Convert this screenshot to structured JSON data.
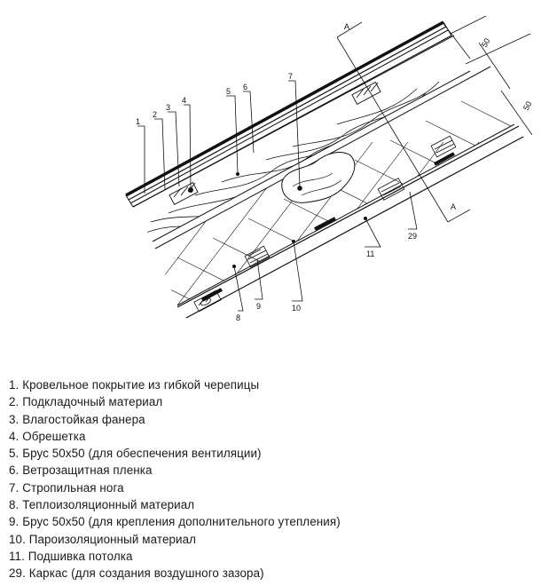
{
  "diagram": {
    "callouts": [
      "1",
      "2",
      "3",
      "4",
      "5",
      "6",
      "7",
      "8",
      "9",
      "10",
      "11",
      "29"
    ],
    "section_marks": [
      "А",
      "А"
    ],
    "dimensions": [
      "50",
      "50"
    ]
  },
  "legend": [
    "1. Кровельное покрытие из гибкой черепицы",
    "2. Подкладочный материал",
    "3. Влагостойкая фанера",
    "4. Обрешетка",
    "5. Брус 50x50 (для обеспечения вентиляции)",
    "6. Ветрозащитная пленка",
    "7. Стропильная нога",
    "8. Теплоизоляционный материал",
    "9. Брус 50x50 (для крепления дополнительного утепления)",
    "10. Пароизоляционный материал",
    "11. Подшивка потолка",
    "29. Каркас (для создания воздушного зазора)"
  ]
}
